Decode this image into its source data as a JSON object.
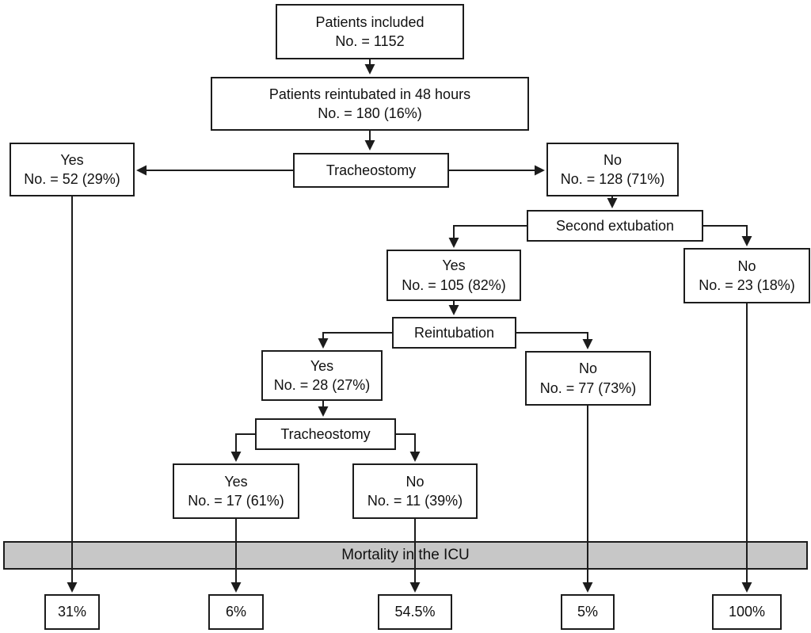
{
  "nodes": {
    "patients_included": {
      "line1": "Patients included",
      "line2": "No. = 1152"
    },
    "reintubated_48h": {
      "line1": "Patients reintubated in 48 hours",
      "line2": "No. = 180 (16%)"
    },
    "tracheostomy_1": {
      "label": "Tracheostomy"
    },
    "tracheostomy_1_yes": {
      "line1": "Yes",
      "line2": "No. = 52 (29%)"
    },
    "tracheostomy_1_no": {
      "line1": "No",
      "line2": "No. = 128 (71%)"
    },
    "second_extubation": {
      "label": "Second extubation"
    },
    "second_extubation_yes": {
      "line1": "Yes",
      "line2": "No. = 105 (82%)"
    },
    "second_extubation_no": {
      "line1": "No",
      "line2": "No. = 23 (18%)"
    },
    "reintubation": {
      "label": "Reintubation"
    },
    "reintubation_yes": {
      "line1": "Yes",
      "line2": "No. = 28 (27%)"
    },
    "reintubation_no": {
      "line1": "No",
      "line2": "No. = 77 (73%)"
    },
    "tracheostomy_2": {
      "label": "Tracheostomy"
    },
    "tracheostomy_2_yes": {
      "line1": "Yes",
      "line2": "No. = 17 (61%)"
    },
    "tracheostomy_2_no": {
      "line1": "No",
      "line2": "No. = 11 (39%)"
    }
  },
  "mortality": {
    "bar_label": "Mortality in the ICU",
    "rates": {
      "tracheostomy_1_yes": "31%",
      "tracheostomy_2_yes": "6%",
      "tracheostomy_2_no": "54.5%",
      "reintubation_no": "5%",
      "second_extubation_no": "100%"
    }
  },
  "colors": {
    "bar_fill": "#c7c7c7",
    "line": "#1c1c1c",
    "background": "#ffffff"
  }
}
